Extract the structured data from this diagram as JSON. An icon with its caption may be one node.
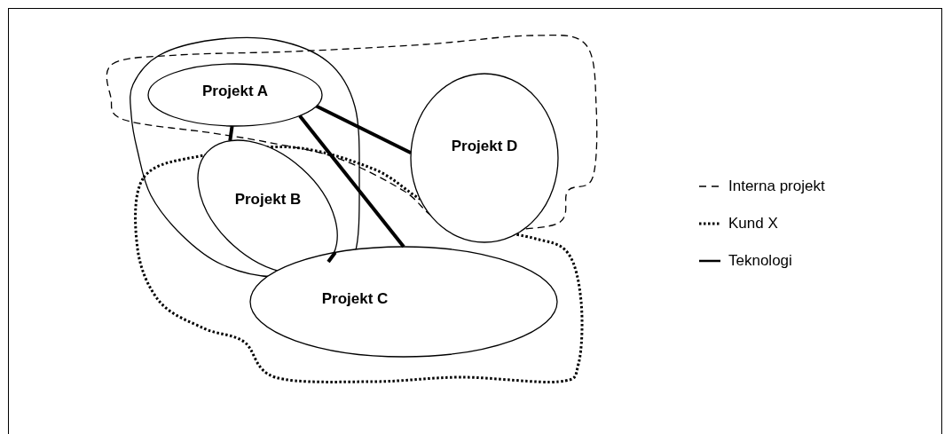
{
  "diagram": {
    "nodes": [
      {
        "text": [
          "Projekt A"
        ]
      },
      {
        "text": [
          "Projekt B"
        ]
      },
      {
        "text": [
          "Projekt C"
        ]
      },
      {
        "text": [
          "Projekt D"
        ]
      }
    ],
    "edges": [
      {
        "from": 0,
        "to": 1,
        "arrow": "none"
      },
      {
        "from": 0,
        "to": 3,
        "arrow": "none"
      },
      {
        "from": 0,
        "to": 2,
        "arrow": "none"
      },
      {
        "from": 1,
        "to": 2,
        "arrow": "none"
      }
    ],
    "legend": [
      {
        "text": "Interna projekt"
      },
      {
        "text": "Kund X"
      },
      {
        "text": "Teknologi"
      }
    ]
  }
}
